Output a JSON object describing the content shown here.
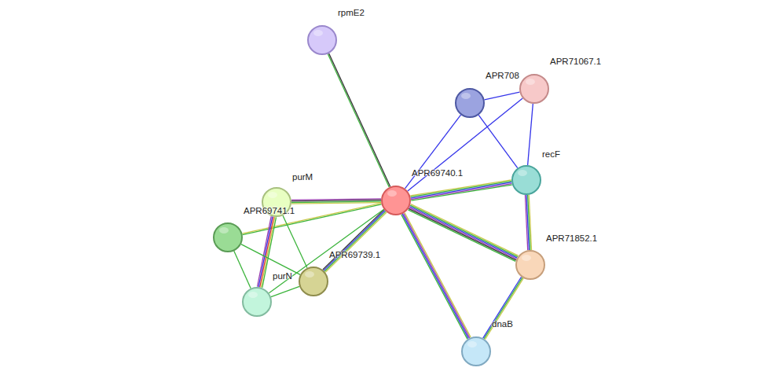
{
  "diagram": {
    "nodes": [
      {
        "text": [
          "rpmE2"
        ]
      },
      {
        "text": [
          "APR708"
        ]
      },
      {
        "text": [
          "APR71067.1"
        ]
      },
      {
        "text": [
          "recF"
        ]
      },
      {
        "text": [
          "APR69740.1"
        ]
      },
      {
        "text": [
          "purM"
        ]
      },
      {
        "text": [
          "APR69741.1"
        ]
      },
      {
        "text": [
          "APR71852.1"
        ]
      },
      {
        "text": [
          "APR69739.1"
        ]
      },
      {
        "text": [
          "purN"
        ]
      },
      {
        "text": [
          "dnaB"
        ]
      }
    ],
    "edges": [
      {
        "from": 4,
        "to": 0,
        "arrow": "none"
      },
      {
        "from": 4,
        "to": 1,
        "arrow": "none"
      },
      {
        "from": 4,
        "to": 2,
        "arrow": "none"
      },
      {
        "from": 1,
        "to": 2,
        "arrow": "none"
      },
      {
        "from": 1,
        "to": 3,
        "arrow": "none"
      },
      {
        "from": 2,
        "to": 3,
        "arrow": "none"
      },
      {
        "from": 4,
        "to": 3,
        "arrow": "none"
      },
      {
        "from": 3,
        "to": 7,
        "arrow": "none"
      },
      {
        "from": 4,
        "to": 7,
        "arrow": "none"
      },
      {
        "from": 4,
        "to": 10,
        "arrow": "none"
      },
      {
        "from": 7,
        "to": 10,
        "arrow": "none"
      },
      {
        "from": 4,
        "to": 5,
        "arrow": "none"
      },
      {
        "from": 4,
        "to": 6,
        "arrow": "none"
      },
      {
        "from": 4,
        "to": 8,
        "arrow": "none"
      },
      {
        "from": 4,
        "to": 9,
        "arrow": "none"
      },
      {
        "from": 5,
        "to": 9,
        "arrow": "none"
      },
      {
        "from": 5,
        "to": 8,
        "arrow": "none"
      },
      {
        "from": 6,
        "to": 9,
        "arrow": "none"
      },
      {
        "from": 6,
        "to": 8,
        "arrow": "none"
      },
      {
        "from": 9,
        "to": 8,
        "arrow": "none"
      }
    ]
  }
}
